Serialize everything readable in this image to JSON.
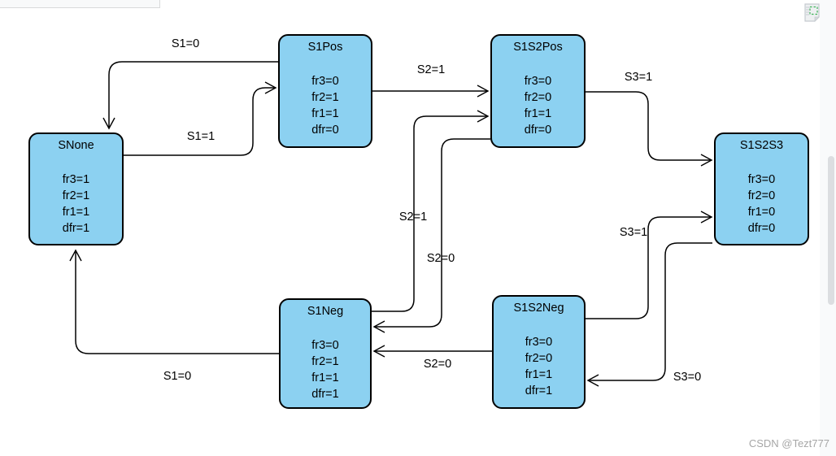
{
  "diagram": {
    "states": [
      {
        "id": "SNone",
        "title": "SNone",
        "lines": [
          "fr3=1",
          "fr2=1",
          "fr1=1",
          "dfr=1"
        ]
      },
      {
        "id": "S1Pos",
        "title": "S1Pos",
        "lines": [
          "fr3=0",
          "fr2=1",
          "fr1=1",
          "dfr=0"
        ]
      },
      {
        "id": "S1S2Pos",
        "title": "S1S2Pos",
        "lines": [
          "fr3=0",
          "fr2=0",
          "fr1=1",
          "dfr=0"
        ]
      },
      {
        "id": "S1S2S3",
        "title": "S1S2S3",
        "lines": [
          "fr3=0",
          "fr2=0",
          "fr1=0",
          "dfr=0"
        ]
      },
      {
        "id": "S1Neg",
        "title": "S1Neg",
        "lines": [
          "fr3=0",
          "fr2=1",
          "fr1=1",
          "dfr=1"
        ]
      },
      {
        "id": "S1S2Neg",
        "title": "S1S2Neg",
        "lines": [
          "fr3=0",
          "fr2=0",
          "fr1=1",
          "dfr=1"
        ]
      }
    ],
    "edges": [
      {
        "from": "S1Pos",
        "to": "SNone",
        "label": "S1=0"
      },
      {
        "from": "SNone",
        "to": "S1Pos",
        "label": "S1=1"
      },
      {
        "from": "S1Pos",
        "to": "S1S2Pos",
        "label": "S2=1"
      },
      {
        "from": "S1Neg",
        "to": "S1S2Pos",
        "label": "S2=1"
      },
      {
        "from": "S1S2Pos",
        "to": "S1Neg",
        "label": "S2=0"
      },
      {
        "from": "S1S2Neg",
        "to": "S1Neg",
        "label": "S2=0"
      },
      {
        "from": "S1S2Pos",
        "to": "S1S2S3",
        "label": "S3=1"
      },
      {
        "from": "S1S2Neg",
        "to": "S1S2S3",
        "label": "S3=1"
      },
      {
        "from": "S1S2S3",
        "to": "S1S2Neg",
        "label": "S3=0"
      },
      {
        "from": "S1Neg",
        "to": "SNone",
        "label": "S1=0"
      }
    ],
    "colors": {
      "state_fill": "#8cd1f1",
      "state_border": "#000000",
      "edge": "#000000",
      "canvas": "#ffffff"
    }
  },
  "watermark": {
    "text": "CSDN @Tezt777",
    "color": "#a6a6a6"
  }
}
